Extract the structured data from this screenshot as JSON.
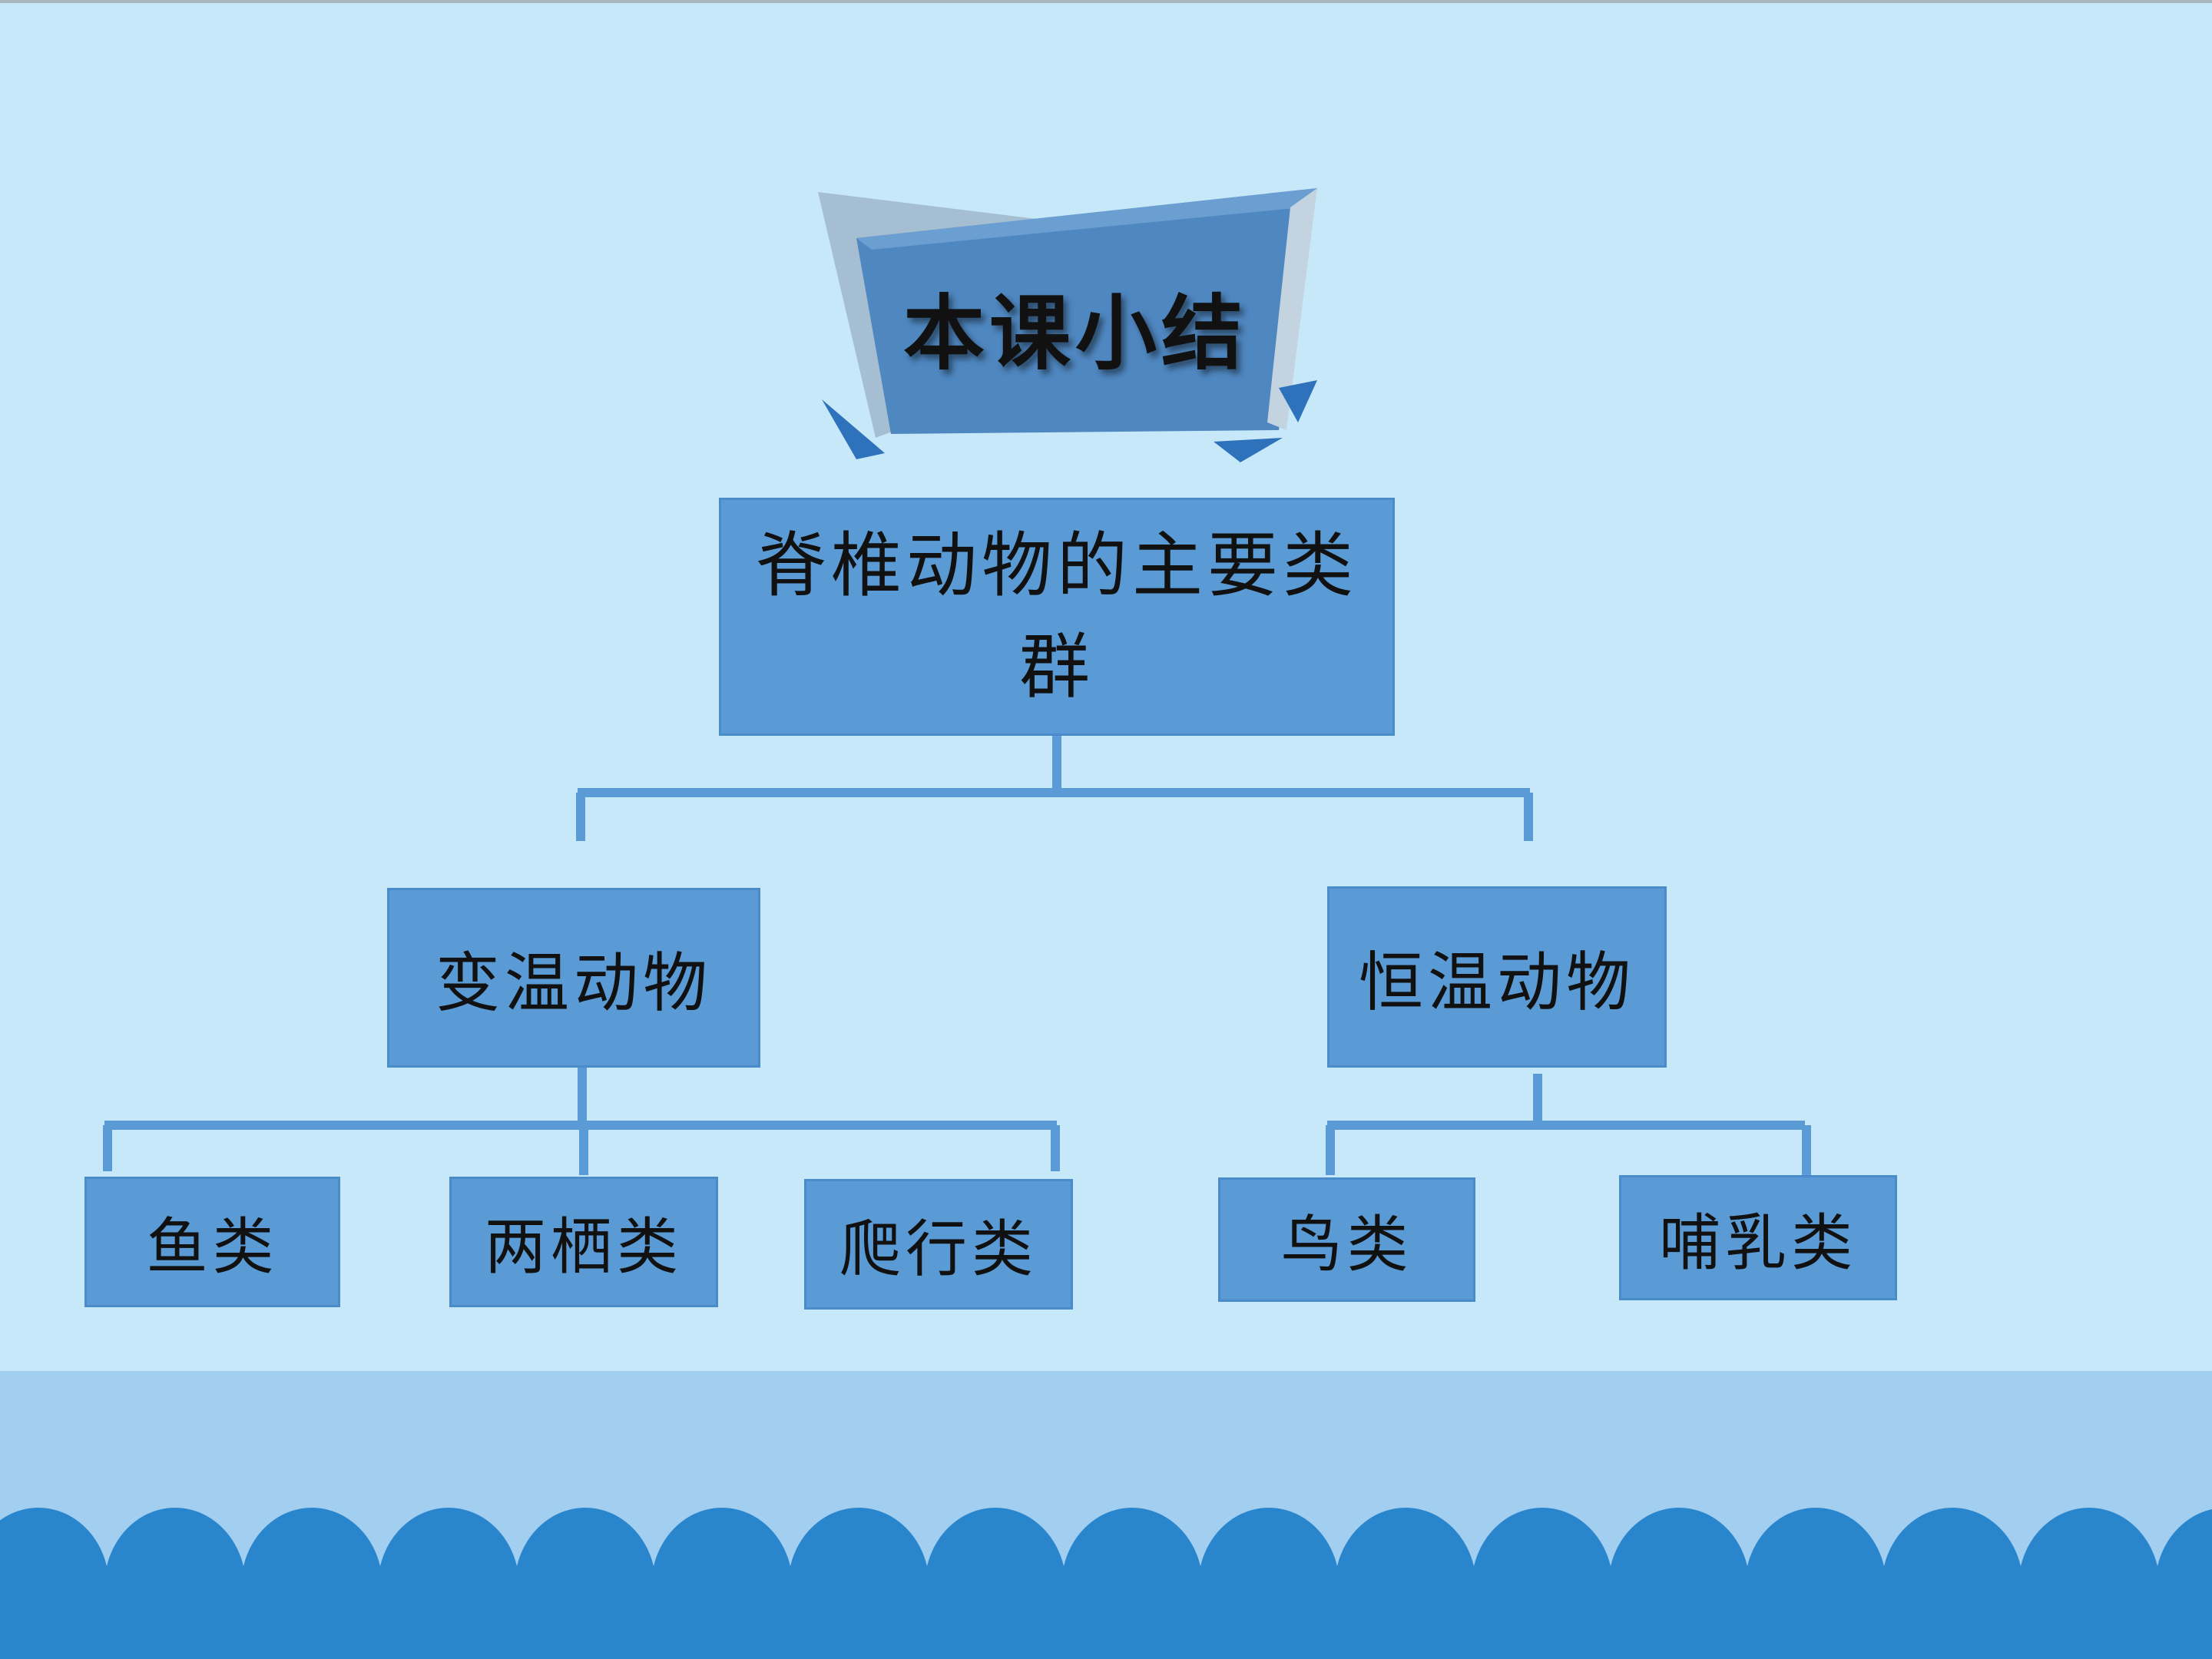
{
  "title": "本课小结",
  "diagram": {
    "root": "脊椎动物的主要类群",
    "groups": [
      {
        "label": "变温动物",
        "children": [
          "鱼类",
          "两栖类",
          "爬行类"
        ]
      },
      {
        "label": "恒温动物",
        "children": [
          "鸟类",
          "哺乳类"
        ]
      }
    ]
  },
  "colors": {
    "background": "#c7e8f9",
    "box": "#5b9bd5",
    "connector": "#5b9bd5",
    "wave": "#2a86cc",
    "band": "#a2cef0",
    "banner": "#4f87c0"
  }
}
